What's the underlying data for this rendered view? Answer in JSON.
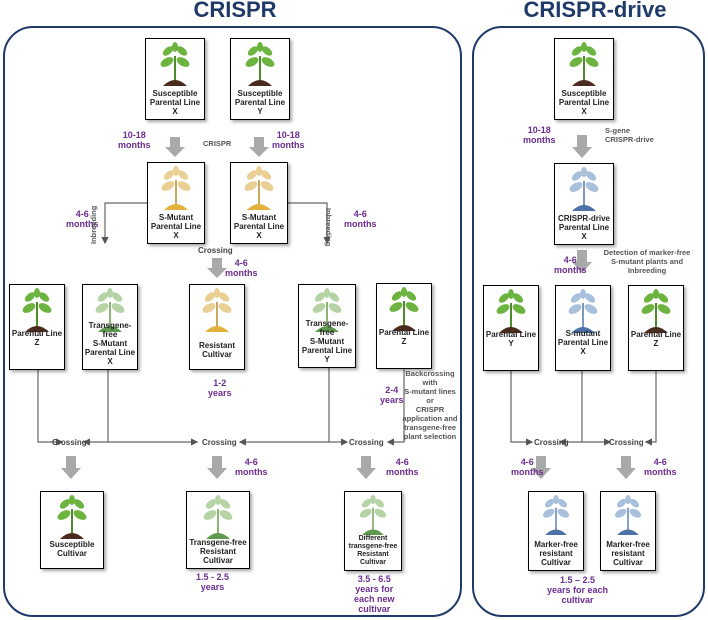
{
  "titles": {
    "crispr": "CRISPR",
    "drive": "CRISPR-drive"
  },
  "cards": {
    "spx": [
      "Susceptible",
      "Parental Line",
      "X"
    ],
    "spy": [
      "Susceptible",
      "Parental Line",
      "Y"
    ],
    "smx1": [
      "S-Mutant",
      "Parental Line",
      "X"
    ],
    "smx2": [
      "S-Mutant",
      "Parental Line",
      "X"
    ],
    "plz1": [
      "Parental Line",
      "Z"
    ],
    "tfx": [
      "Transgene-free",
      "S-Mutant",
      "Parental Line",
      "X"
    ],
    "res": [
      "Resistant",
      "Cultivar"
    ],
    "tfy": [
      "Transgene-free",
      "S-Mutant",
      "Parental Line",
      "Y"
    ],
    "plz2": [
      "Parental Line",
      "Z"
    ],
    "susc": [
      "Susceptible",
      "Cultivar"
    ],
    "tfres": [
      "Transgene-free",
      "Resistant",
      "Cultivar"
    ],
    "diff": [
      "Different",
      "transgene-free",
      "Resistant",
      "Cultivar"
    ],
    "dspx": [
      "Susceptible",
      "Parental Line",
      "X"
    ],
    "dcd": [
      "CRISPR-drive",
      "Parental Line",
      "X"
    ],
    "dply": [
      "Parental Line",
      "Y"
    ],
    "dsmx": [
      "S-mutant",
      "Parental Line",
      "X"
    ],
    "dplz": [
      "Parental Line",
      "Z"
    ],
    "dmf1": [
      "Marker-free",
      "resistant",
      "Cultivar"
    ],
    "dmf2": [
      "Marker-free",
      "resistant",
      "Cultivar"
    ]
  },
  "times": {
    "t1": [
      "10-18",
      "months"
    ],
    "t2": [
      "10-18",
      "months"
    ],
    "t3": [
      "4-6",
      "months"
    ],
    "t4": [
      "4-6",
      "months"
    ],
    "t5": [
      "4-6",
      "months"
    ],
    "t6": [
      "1-2",
      "years"
    ],
    "t7": [
      "2-4",
      "years"
    ],
    "t8": [
      "4-6",
      "months"
    ],
    "t9": [
      "4-6",
      "months"
    ],
    "t10": [
      "1.5 - 2.5",
      "years"
    ],
    "t11": [
      "3.5 - 6.5",
      "years for",
      "each new",
      "cultivar"
    ],
    "t12": [
      "10-18",
      "months"
    ],
    "t13": [
      "4-6",
      "months"
    ],
    "t14": [
      "4-6",
      "months"
    ],
    "t15": [
      "4-6",
      "months"
    ],
    "t16": [
      "1.5 – 2.5",
      "years for each",
      "cultivar"
    ]
  },
  "notes": {
    "crispr": "CRISPR",
    "backcross": [
      "Backcrossing",
      "with",
      "S-mutant lines",
      "or",
      "CRISPR",
      "application and",
      "transgene-free",
      "plant selection"
    ],
    "sgene": [
      "S-gene",
      "CRISPR-drive"
    ],
    "detection": [
      "Detection of marker-free",
      "S-mutant plants and",
      "Inbreeding"
    ],
    "inbreeding": "Inbreeding",
    "crossing": "Crossing"
  },
  "colors": {
    "frame": "#1f3a68",
    "time": "#6b2d8f",
    "leafGreen": "#6db33f",
    "leafTan": "#e9cf93",
    "leafPale": "#b5d3a4",
    "leafBlue": "#a9c0dc",
    "soil": "#4a2c1e"
  }
}
